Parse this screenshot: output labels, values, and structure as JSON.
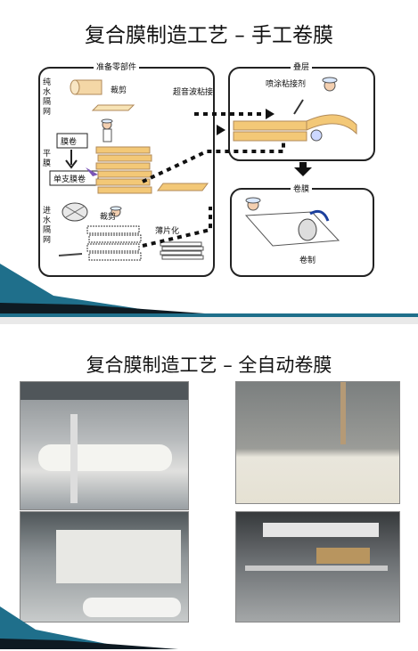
{
  "slide1": {
    "title": "复合膜制造工艺 – 手工卷膜",
    "panels": {
      "prep_title": "准备零部件",
      "stack_title": "叠层",
      "roll_title": "卷膜"
    },
    "labels": {
      "pure_water_mesh": "纯水隔网",
      "flat_membrane": "平膜",
      "feed_water_mesh": "进水隔网",
      "cut_1": "裁剪",
      "cut_2": "裁剪",
      "membrane_roll": "膜卷",
      "single_leaf": "单支膜卷",
      "ultrasonic_bonding": "超音波粘接",
      "thin_sheets": "薄片化",
      "spray_glue": "喷涂粘接剂",
      "rolling": "卷制"
    }
  },
  "slide2": {
    "title": "复合膜制造工艺 – 全自动卷膜",
    "photos": [
      {
        "name": "machine-overview-photo"
      },
      {
        "name": "glue-nozzle-closeup-photo"
      },
      {
        "name": "membrane-rolling-photo"
      },
      {
        "name": "machine-frame-photo"
      }
    ]
  },
  "colors": {
    "accent_blue": "#1f6f8b",
    "dark_swoosh": "#0e1a22",
    "membrane_yellow": "#f3c877"
  }
}
